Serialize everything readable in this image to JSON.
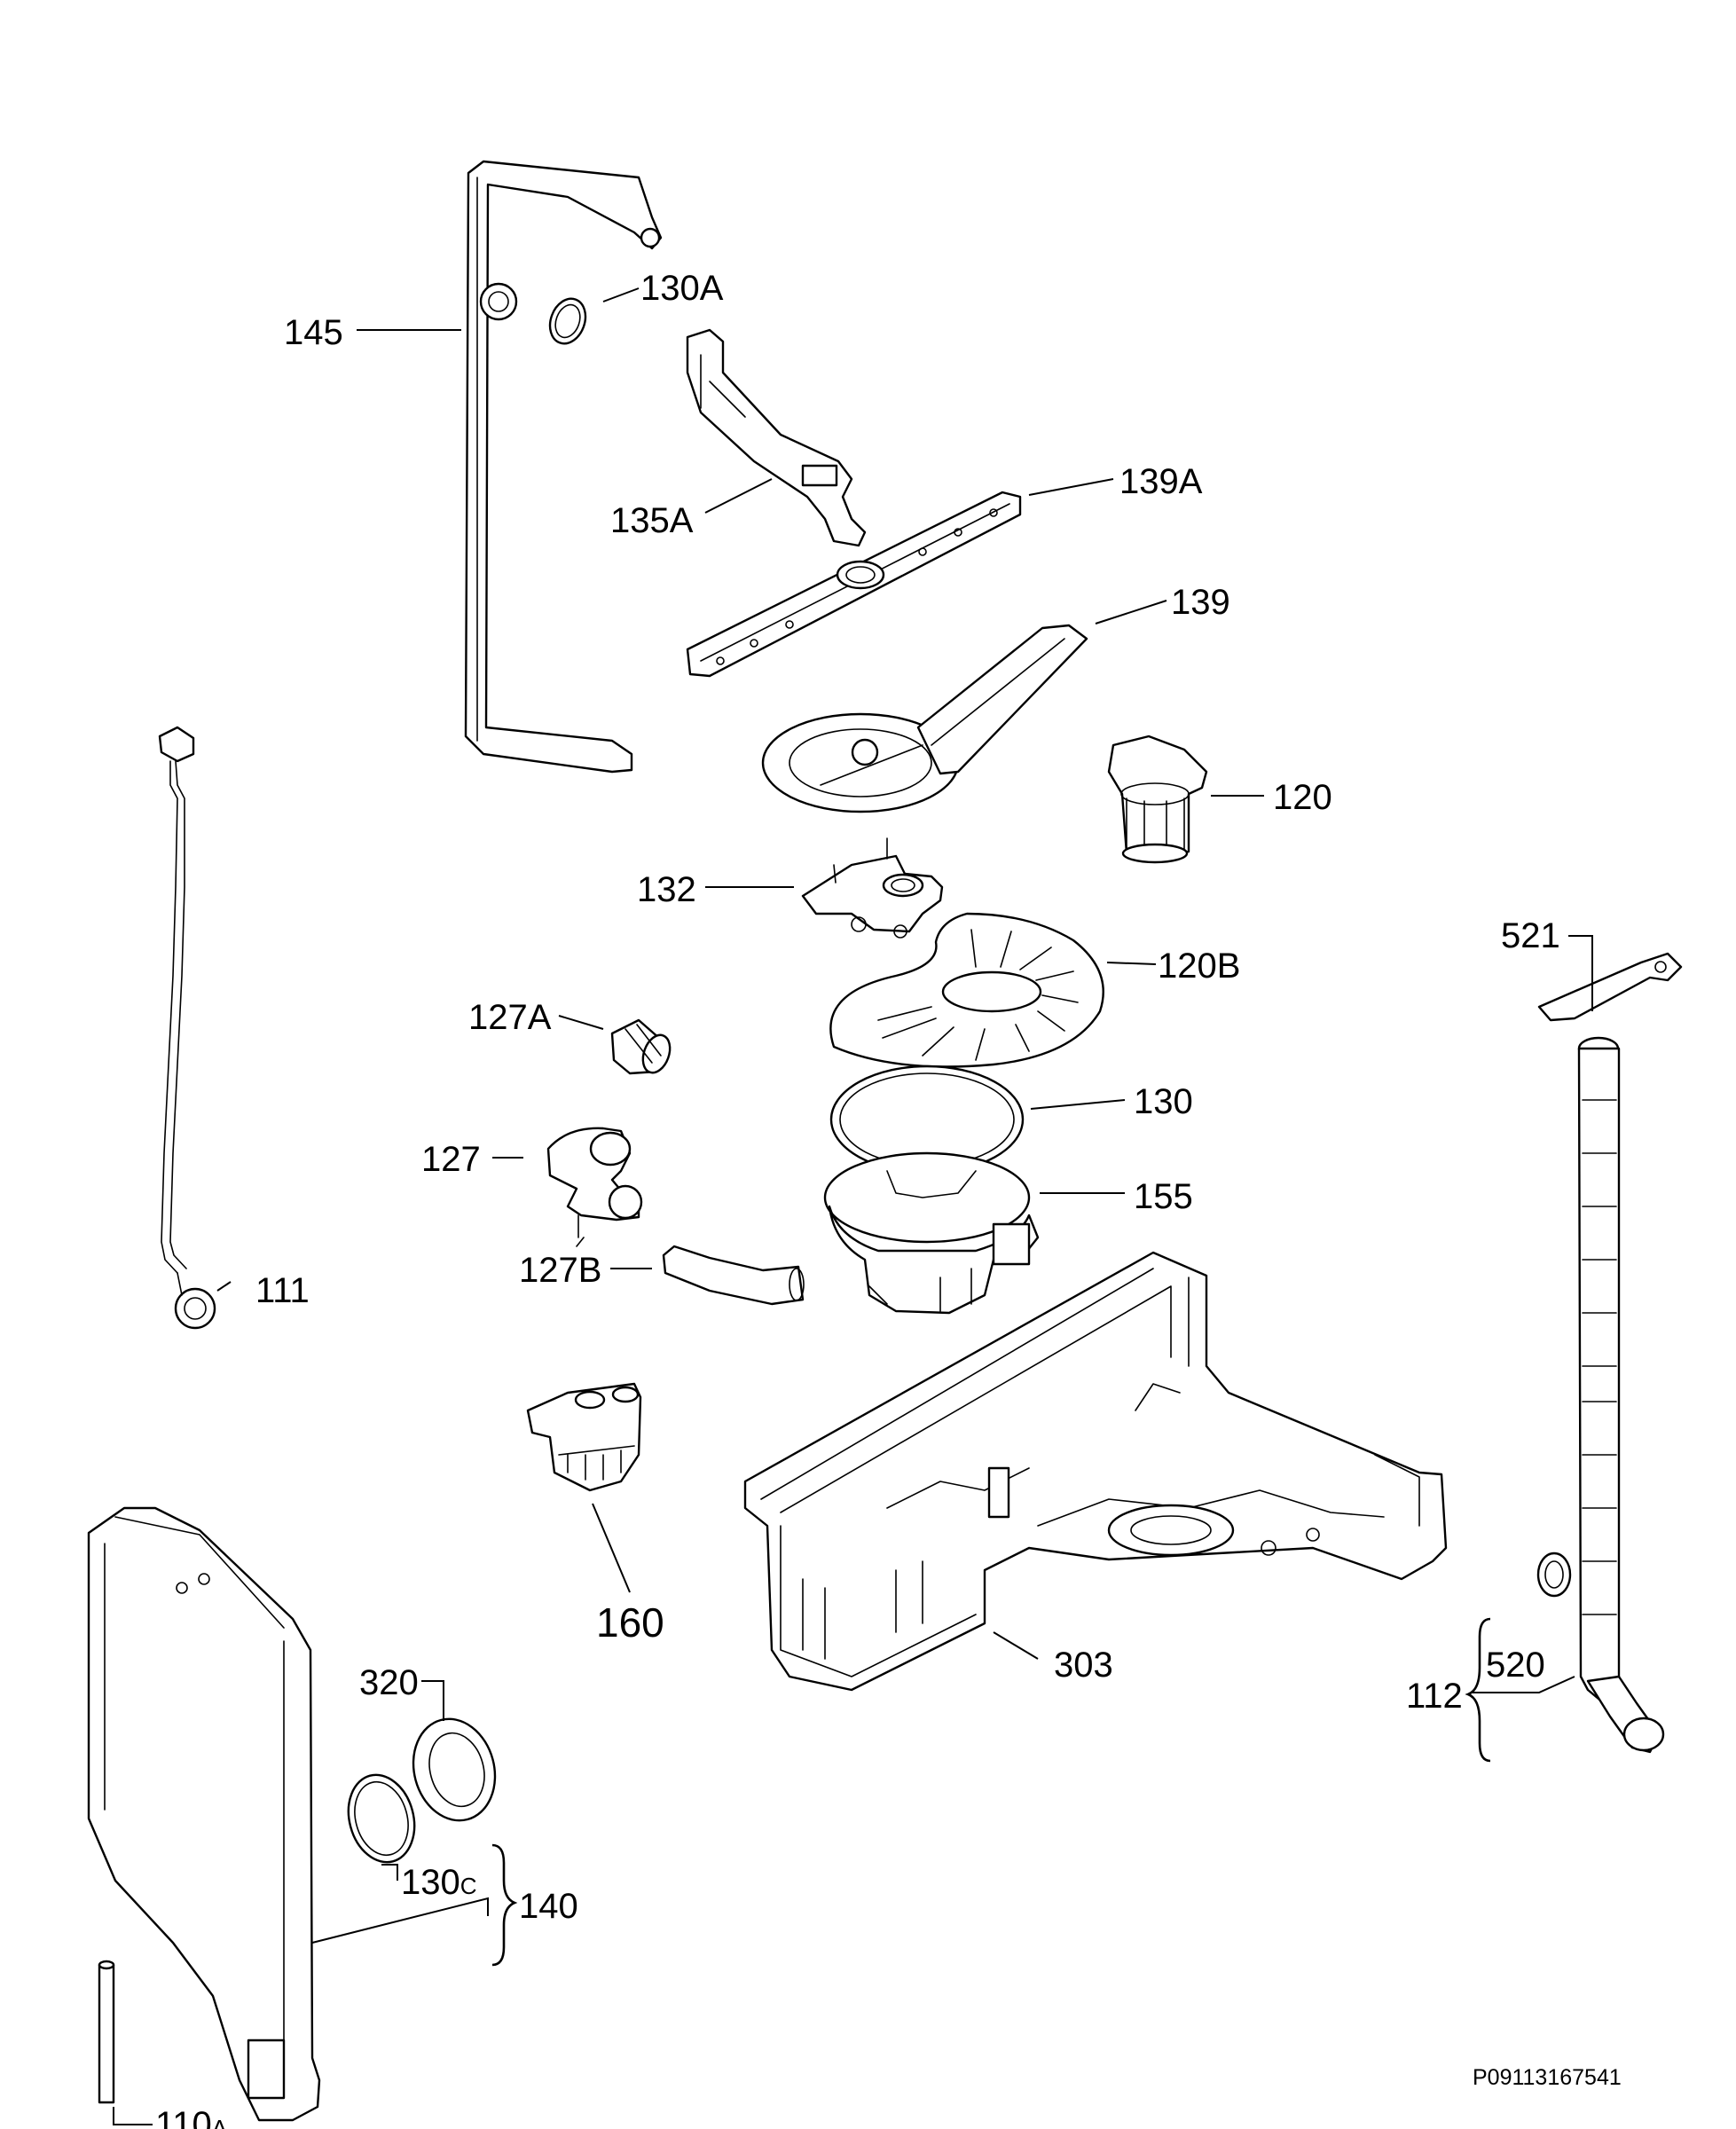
{
  "labels": {
    "p145": "145",
    "p130A": "130A",
    "p135A": "135A",
    "p139A": "139A",
    "p139": "139",
    "p120": "120",
    "p132": "132",
    "p120B": "120B",
    "p127A": "127A",
    "p130": "130",
    "p127": "127",
    "p155": "155",
    "p127B": "127B",
    "p111": "111",
    "p160": "160",
    "p303": "303",
    "p521": "521",
    "p520": "520",
    "p112": "112",
    "p320": "320",
    "p130C_main": "130",
    "p130C_suffix": "C",
    "p140": "140",
    "p110A_main": "110",
    "p110A_suffix": "A"
  },
  "drawing_code": "P09113167541",
  "colors": {
    "line": "#000000",
    "fill": "#ffffff"
  }
}
